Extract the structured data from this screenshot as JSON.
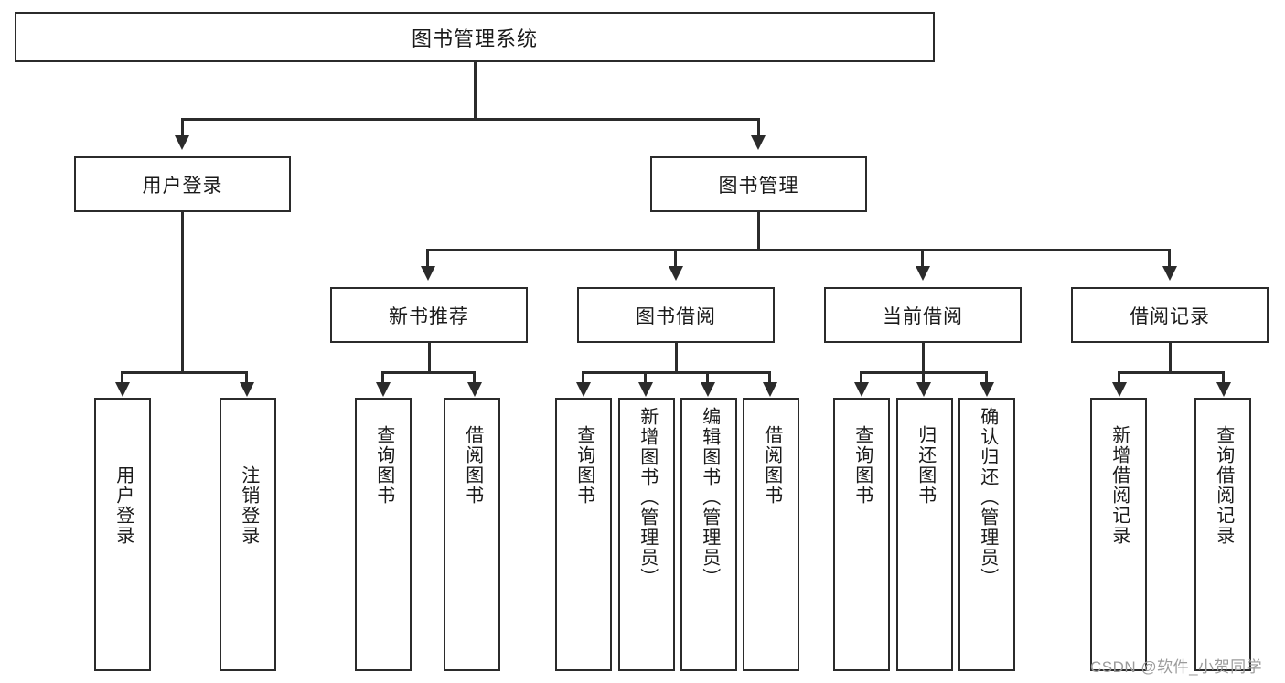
{
  "diagram": {
    "title": "图书管理系统",
    "type": "tree-hierarchy-flowchart",
    "root": {
      "label": "图书管理系统"
    },
    "level2": [
      {
        "label": "用户登录"
      },
      {
        "label": "图书管理"
      }
    ],
    "level3": [
      {
        "label": "新书推荐"
      },
      {
        "label": "图书借阅"
      },
      {
        "label": "当前借阅"
      },
      {
        "label": "借阅记录"
      }
    ],
    "leaves": {
      "user_login": [
        {
          "label": "用户登录"
        },
        {
          "label": "注销登录"
        }
      ],
      "new_book_recommend": [
        {
          "label": "查询图书"
        },
        {
          "label": "借阅图书"
        }
      ],
      "book_borrow": [
        {
          "label": "查询图书"
        },
        {
          "label": "新增图书（管理员）"
        },
        {
          "label": "编辑图书（管理员）"
        },
        {
          "label": "借阅图书"
        }
      ],
      "current_borrow": [
        {
          "label": "查询图书"
        },
        {
          "label": "归还图书"
        },
        {
          "label": "确认归还（管理员）"
        }
      ],
      "borrow_record": [
        {
          "label": "新增借阅记录"
        },
        {
          "label": "查询借阅记录"
        }
      ]
    }
  },
  "watermark": {
    "text": "CSDN @软件_小贺同学"
  },
  "colors": {
    "stroke": "#2b2b2b",
    "background": "#ffffff",
    "text": "#1a1a1a",
    "watermark": "#9b9b9b"
  }
}
